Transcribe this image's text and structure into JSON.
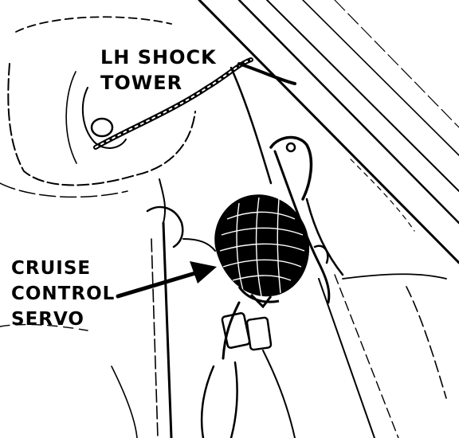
{
  "colors": {
    "ink": "#000000",
    "paper": "#ffffff"
  },
  "labels": {
    "shock_tower": {
      "line1": "LH SHOCK",
      "line2": "TOWER"
    },
    "cruise_servo": {
      "line1": "CRUISE",
      "line2": "CONTROL",
      "line3": "SERVO"
    }
  }
}
